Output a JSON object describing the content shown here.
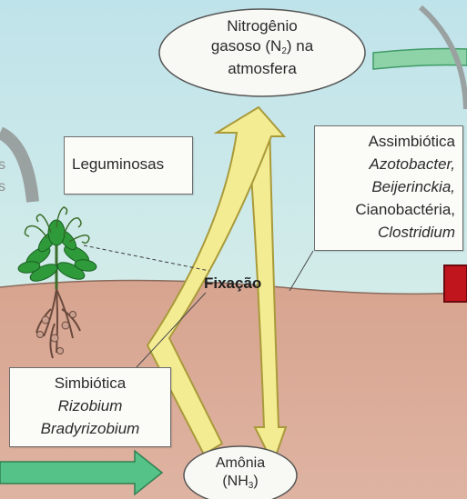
{
  "nodes": {
    "atmosphere": {
      "line1": "Nitrogênio",
      "line2_pre": "gasoso (N",
      "line2_sub": "2",
      "line2_post": ") na",
      "line3": "atmosfera"
    },
    "legumes": {
      "label": "Leguminosas"
    },
    "asymbiotic": {
      "title": "Assimbiótica",
      "items": [
        "Azotobacter,",
        "Beijerinckia,",
        "Cianobactéria,",
        "Clostridium"
      ]
    },
    "symbiotic": {
      "title": "Simbiótica",
      "items": [
        "Rizobium",
        "Bradyrizobium"
      ]
    },
    "fixation": {
      "label": "Fixação"
    },
    "ammonia": {
      "line1": "Amônia",
      "line2_pre": "(NH",
      "line2_sub": "3",
      "line2_post": ")"
    }
  },
  "colors": {
    "sky": "#c6e6ec",
    "soil": "#d9a894",
    "arrow_yellow": "#f3ec93",
    "arrow_green": "#55c287",
    "plant_green": "#2e9a3a"
  }
}
